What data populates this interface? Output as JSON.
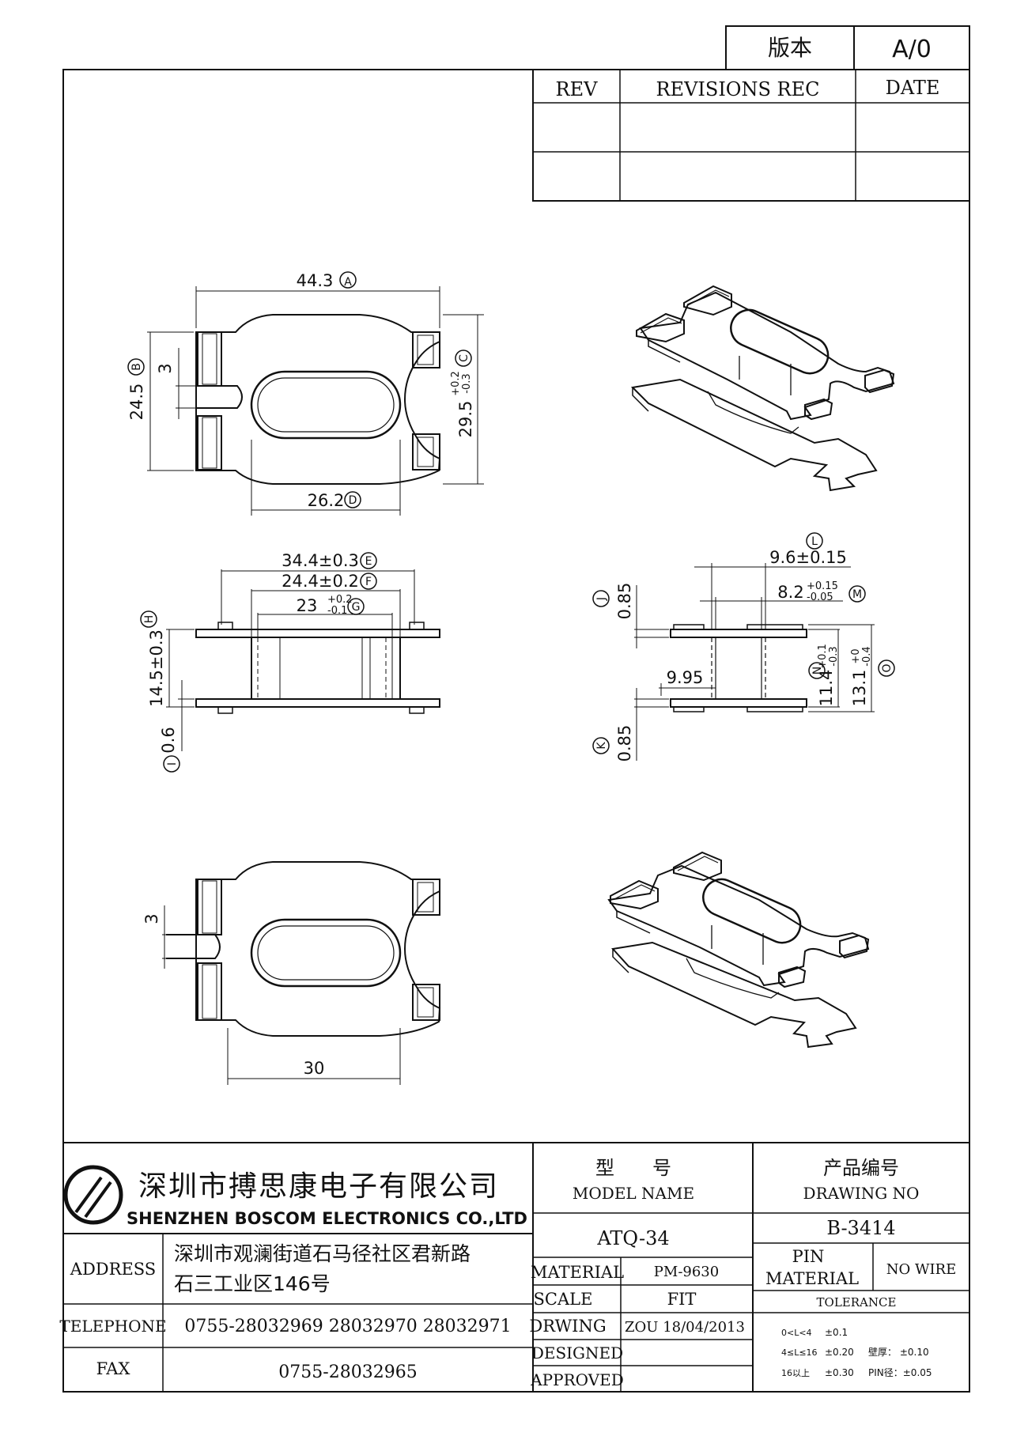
{
  "version_box": {
    "label": "版本",
    "value": "A/0"
  },
  "revision_table": {
    "col_rev": "REV",
    "col_rec": "REVISIONS REC",
    "col_date": "DATE"
  },
  "top_view": {
    "dim_a": "44.3",
    "ref_a": "A",
    "dim_b": "24.5",
    "ref_b": "B",
    "dim_slot": "3",
    "dim_c": "29.5",
    "tol_c_up": "+0.2",
    "tol_c_dn": "-0.3",
    "ref_c": "C",
    "dim_d": "26.2",
    "ref_d": "D"
  },
  "front_view": {
    "dim_e": "34.4±0.3",
    "ref_e": "E",
    "dim_f": "24.4±0.2",
    "ref_f": "F",
    "dim_g": "23",
    "tol_g_up": "+0.2",
    "tol_g_dn": "-0.1",
    "ref_g": "G",
    "dim_h": "14.5±0.3",
    "ref_h": "H",
    "dim_i": "0.6",
    "ref_i": "I"
  },
  "side_view": {
    "dim_j": "0.85",
    "ref_j": "J",
    "dim_k": "0.85",
    "ref_k": "K",
    "dim_l": "9.6±0.15",
    "ref_l": "L",
    "dim_m": "8.2",
    "tol_m_up": "+0.15",
    "tol_m_dn": "-0.05",
    "ref_m": "M",
    "dim_n": "11.4",
    "tol_n_up": "+0.1",
    "tol_n_dn": "-0.3",
    "ref_n": "N",
    "dim_o": "13.1",
    "tol_o_up": "+0",
    "tol_o_dn": "-0.4",
    "ref_o": "O",
    "dim_offset": "9.95"
  },
  "bottom_view": {
    "dim_slot": "3",
    "dim_width": "30"
  },
  "title_block": {
    "company_cn": "深圳市搏思康电子有限公司",
    "company_en": "SHENZHEN BOSCOM ELECTRONICS CO.,LTD",
    "address_label": "ADDRESS",
    "address_line1": "深圳市观澜街道石马径社区君新路",
    "address_line2": "石三工业区146号",
    "telephone_label": "TELEPHONE",
    "telephone_value": "0755-28032969 28032970 28032971",
    "fax_label": "FAX",
    "fax_value": "0755-28032965",
    "model_cn": "型　　号",
    "model_en": "MODEL NAME",
    "model_value": "ATQ-34",
    "drawing_cn": "产品编号",
    "drawing_en": "DRAWING NO",
    "drawing_value": "B-3414",
    "material_label": "MATERIAL",
    "material_value": "PM-9630",
    "scale_label": "SCALE",
    "scale_value": "FIT",
    "drwing_label": "DRWING",
    "drwing_value": "ZOU 18/04/2013",
    "designed_label": "DESIGNED",
    "approved_label": "APPROVED",
    "pin_label_1": "PIN",
    "pin_label_2": "MATERIAL",
    "pin_value": "NO WIRE",
    "tolerance_label": "TOLERANCE",
    "tol_row1_range": "0<L<4",
    "tol_row1_val": "±0.1",
    "tol_row2_range": "4≤L≤16",
    "tol_row2_val": "±0.20",
    "tol_row2_wall": "壁厚： ±0.10",
    "tol_row3_range": "16以上",
    "tol_row3_val": "±0.30",
    "tol_row3_pin": "PIN径：±0.05"
  }
}
